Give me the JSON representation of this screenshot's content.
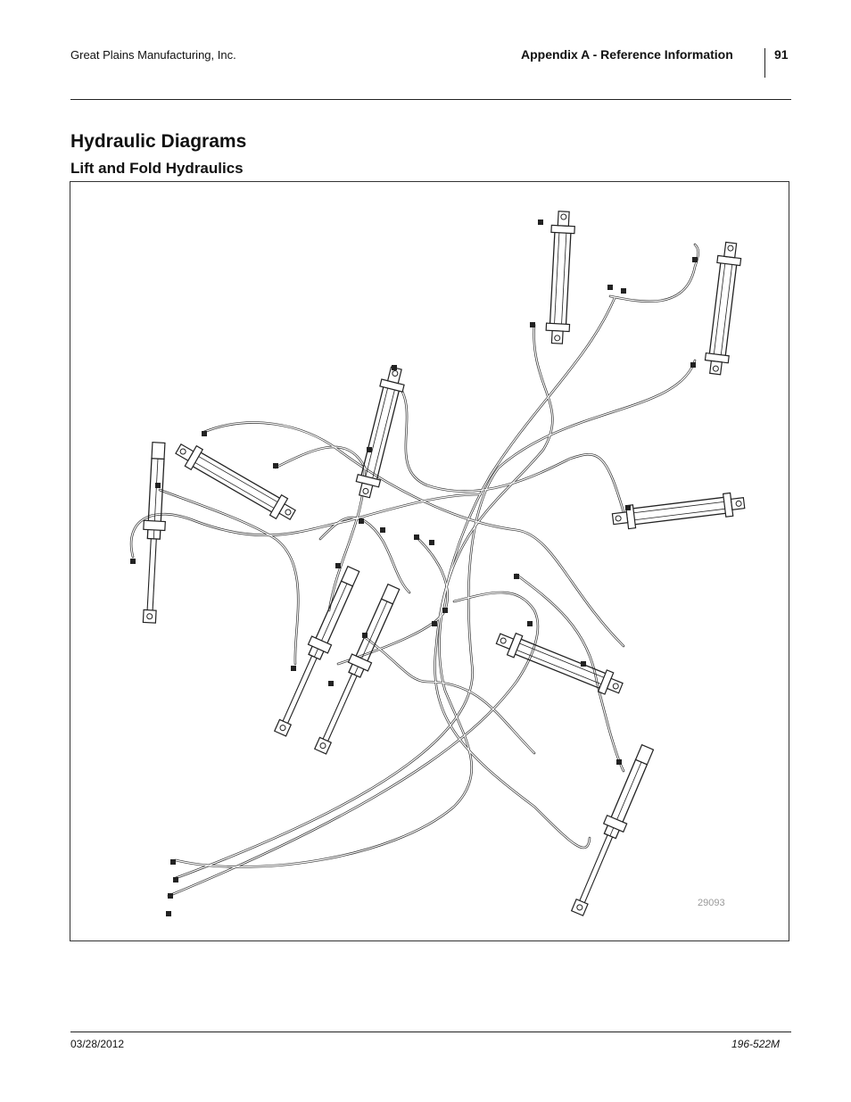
{
  "header": {
    "company": "Great Plains Manufacturing, Inc.",
    "section": "Appendix A - Reference Information",
    "page_number": "91"
  },
  "content": {
    "title": "Hydraulic Diagrams",
    "subtitle": "Lift and Fold Hydraulics",
    "figure_id": "29093"
  },
  "footer": {
    "date": "03/28/2012",
    "doc_number": "196-522M"
  }
}
